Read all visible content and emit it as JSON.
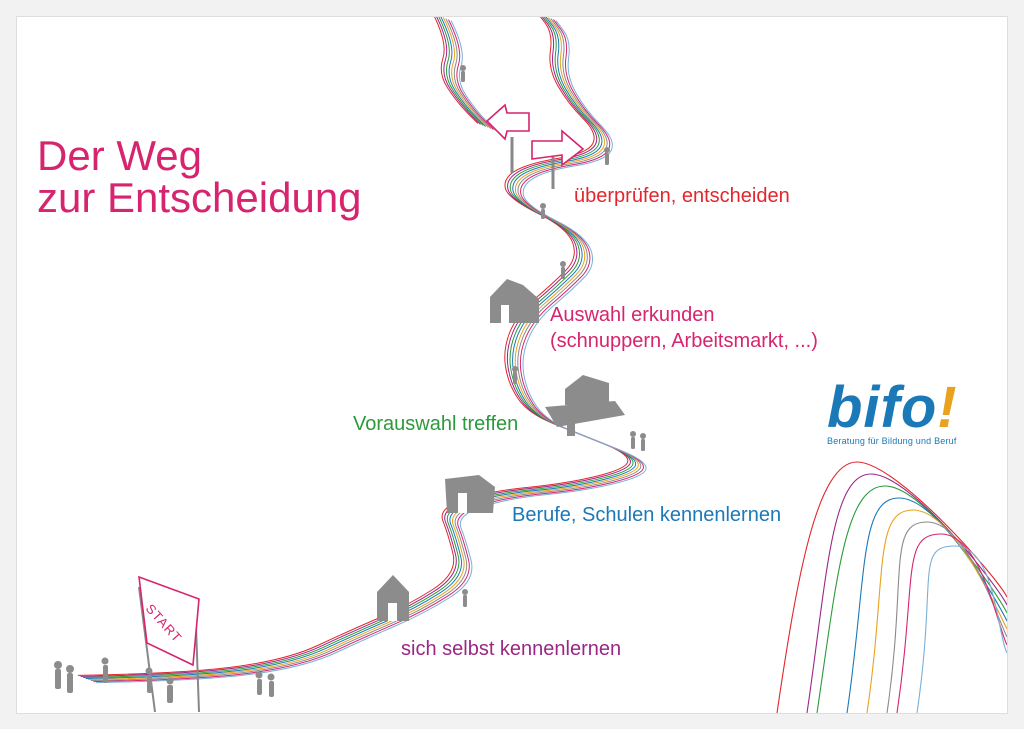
{
  "title": {
    "line1": "Der Weg",
    "line2": "zur Entscheidung"
  },
  "stages": [
    {
      "id": "pruefen",
      "text": "überprüfen, entscheiden",
      "color": "#e3262d"
    },
    {
      "id": "auswahl",
      "text": "Auswahl erkunden",
      "text2": "(schnuppern, Arbeitsmarkt, ...)",
      "color": "#d6246e"
    },
    {
      "id": "vorauswahl",
      "text": "Vorauswahl treffen",
      "color": "#2c9a3c"
    },
    {
      "id": "berufe",
      "text": "Berufe, Schulen kennenlernen",
      "color": "#1b79b8"
    },
    {
      "id": "selbst",
      "text": "sich selbst kennenlernen",
      "color": "#9a2786"
    }
  ],
  "start_sign": "START",
  "logo": {
    "word": "bifo",
    "mark": "!",
    "subtitle": "Beratung für Bildung und Beruf",
    "color": "#1b79b8",
    "mark_color": "#e8a21d"
  },
  "colors": {
    "title": "#d6246e",
    "path_lines": [
      "#e3262d",
      "#9a2786",
      "#2c9a3c",
      "#1b79b8",
      "#e8a21d",
      "#8a8a8a",
      "#d6246e",
      "#7ab0d8"
    ]
  }
}
